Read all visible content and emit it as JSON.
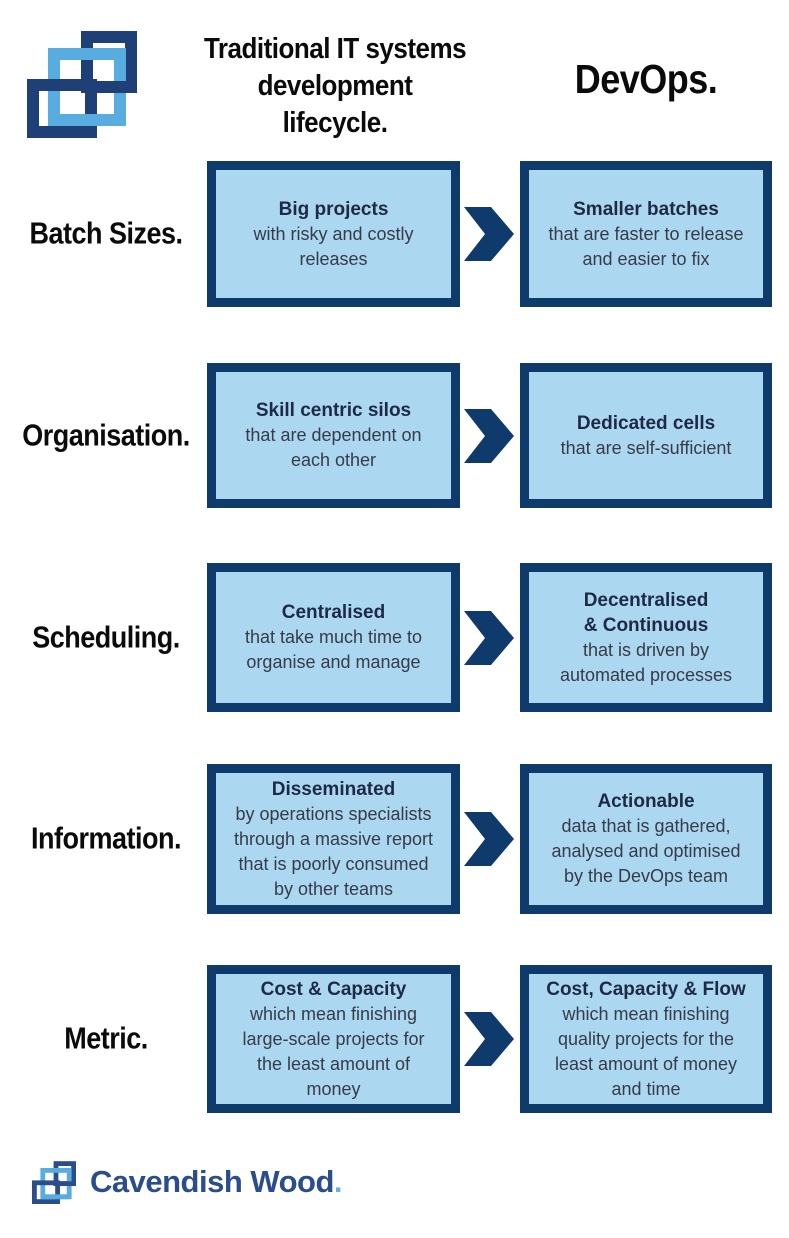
{
  "colors": {
    "navy": "#0e3a6c",
    "box_fill": "#abd7f1",
    "logo_navy": "#1e4077",
    "logo_blue": "#58ace0",
    "title_text": "#1e2a45",
    "body_text": "#363b47",
    "heading_text": "#0b0b0b",
    "brand_navy": "#2b4d8c",
    "brand_dot_blue": "#66b1de"
  },
  "header": {
    "left_title": "Traditional IT systems\ndevelopment\nlifecycle.",
    "right_title": "DevOps."
  },
  "icons": {
    "logo": "interlocking-squares-logo",
    "arrow": "chevron-right-arrow"
  },
  "rows": [
    {
      "label": "Batch Sizes.",
      "traditional": {
        "title": "Big projects",
        "body": "with risky and costly releases"
      },
      "devops": {
        "title": "Smaller batches",
        "body": "that are faster to release and easier to fix"
      }
    },
    {
      "label": "Organisation.",
      "traditional": {
        "title": "Skill centric silos",
        "body": "that are dependent on each other"
      },
      "devops": {
        "title": "Dedicated cells",
        "body": "that are self-sufficient"
      }
    },
    {
      "label": "Scheduling.",
      "traditional": {
        "title": "Centralised",
        "body": "that take much time to organise and manage"
      },
      "devops": {
        "title": "Decentralised\n& Continuous",
        "body": "that is driven by automated processes"
      }
    },
    {
      "label": "Information.",
      "traditional": {
        "title": "Disseminated",
        "body": "by operations specialists through a massive report that is poorly consumed by other teams"
      },
      "devops": {
        "title": "Actionable",
        "body": "data that is gathered, analysed and optimised by the DevOps team"
      }
    },
    {
      "label": "Metric.",
      "traditional": {
        "title": "Cost & Capacity",
        "body": "which mean finishing large-scale projects for the least amount of money"
      },
      "devops": {
        "title": "Cost, Capacity & Flow",
        "body": "which mean finishing quality projects for the least amount of money and time"
      }
    }
  ],
  "footer": {
    "brand": "Cavendish Wood",
    "brand_period": "."
  }
}
